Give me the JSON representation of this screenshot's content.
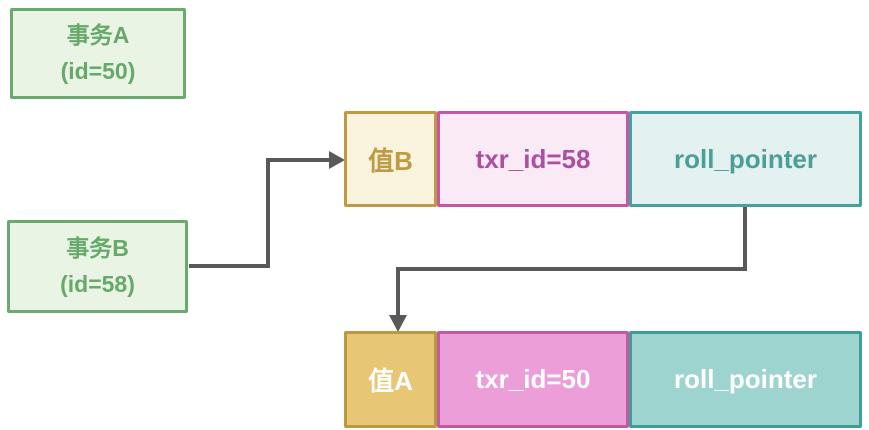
{
  "transaction_boxes": [
    {
      "title": "事务A",
      "id_label": "(id=50)"
    },
    {
      "title": "事务B",
      "id_label": "(id=58)"
    }
  ],
  "version_rows": [
    {
      "value_label": "值B",
      "txr_label": "txr_id=58",
      "roll_label": "roll_pointer"
    },
    {
      "value_label": "值A",
      "txr_label": "txr_id=50",
      "roll_label": "roll_pointer"
    }
  ],
  "colors": {
    "background": "#FFFFFF",
    "arrow": "#595959",
    "green_border": "#6AAA6D",
    "green_fill": "#E9F4E5",
    "green_text": "#67A96B",
    "gold_border": "#C09A42",
    "cream_fill": "#FAF3DD",
    "gold_text": "#BF9B41",
    "gold_solid_fill": "#E7C676",
    "pink_border": "#C457A7",
    "pink_light_fill": "#FAEAF6",
    "pink_text": "#AC4FA0",
    "pink_solid_fill": "#EC9ED8",
    "teal_border": "#45A19C",
    "teal_light_fill": "#E3F2F0",
    "teal_text": "#4D9E99",
    "teal_solid_fill": "#9ED4CF",
    "white_text": "#FFFFFF"
  }
}
